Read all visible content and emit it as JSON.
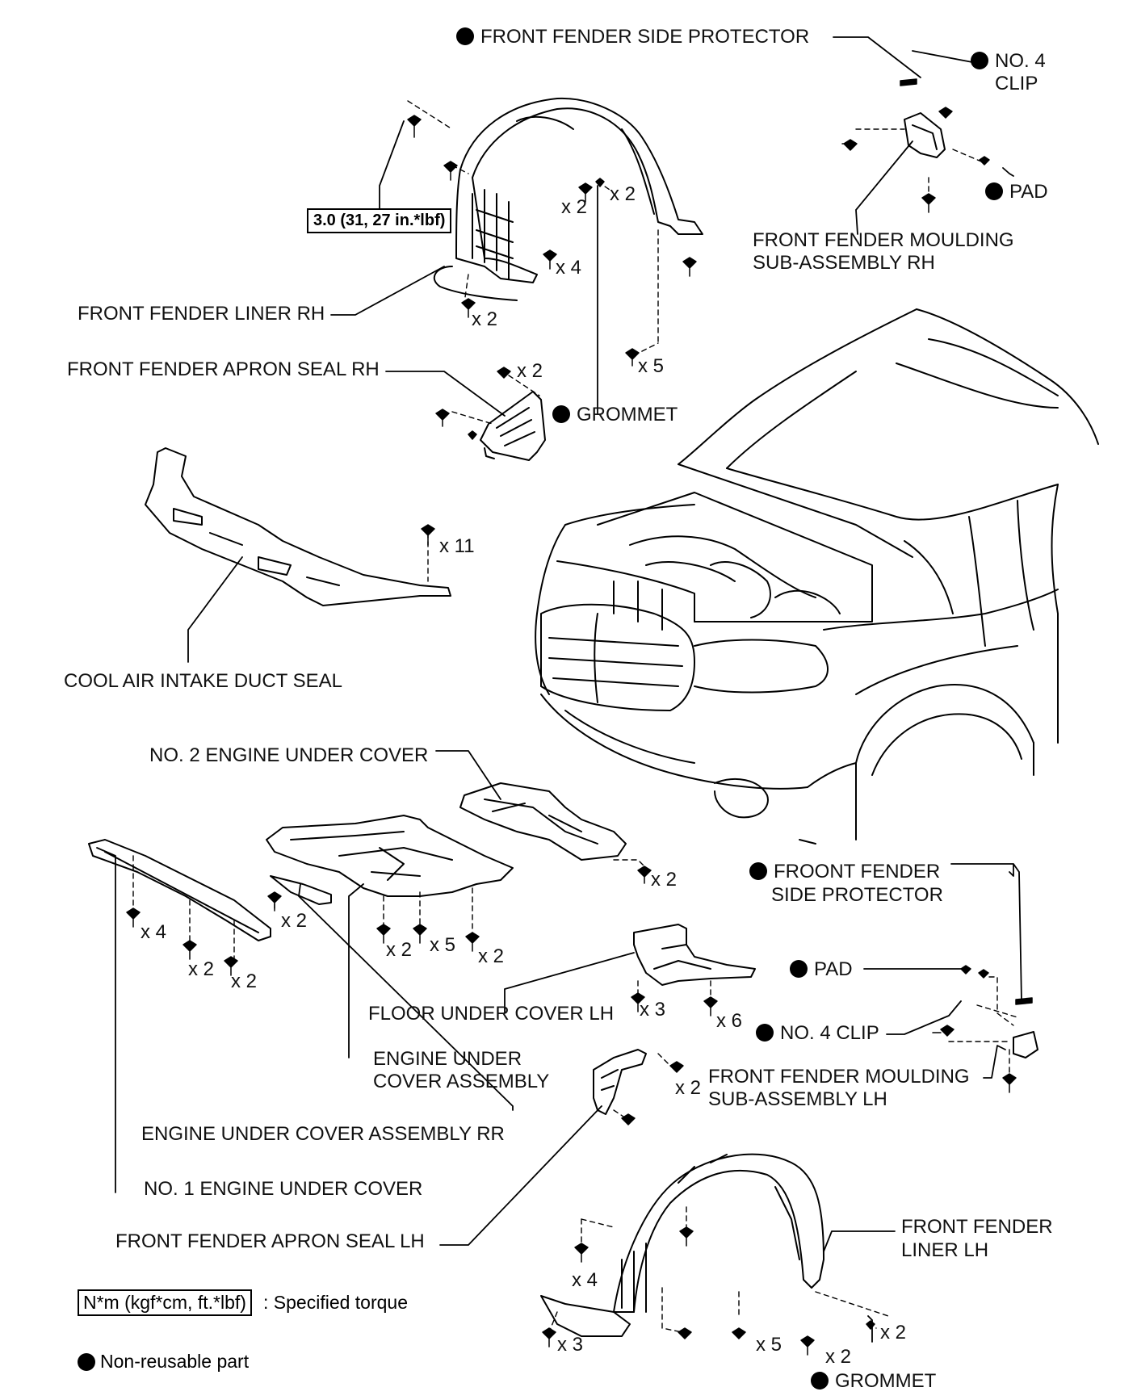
{
  "labels": {
    "ffsp_top": "FRONT FENDER SIDE PROTECTOR",
    "no4_clip_top_1": "NO. 4",
    "no4_clip_top_2": "CLIP",
    "pad_top": "PAD",
    "ffm_rh_1": "FRONT FENDER MOULDING",
    "ffm_rh_2": "SUB-ASSEMBLY RH",
    "liner_rh": "FRONT FENDER LINER RH",
    "apron_seal_rh": "FRONT FENDER APRON SEAL RH",
    "grommet_mid": "GROMMET",
    "cool_air": "COOL AIR INTAKE DUCT SEAL",
    "no2_euc": "NO. 2 ENGINE UNDER COVER",
    "ffsp_low_1": "FROONT FENDER",
    "ffsp_low_2": "SIDE PROTECTOR",
    "pad_low": "PAD",
    "no4_clip_low": "NO. 4 CLIP",
    "floor_uc_lh": "FLOOR UNDER COVER LH",
    "euc_assy_1": "ENGINE UNDER",
    "euc_assy_2": "COVER ASSEMBLY",
    "ffm_lh_1": "FRONT FENDER MOULDING",
    "ffm_lh_2": "SUB-ASSEMBLY LH",
    "euc_rr": "ENGINE UNDER COVER ASSEMBLY RR",
    "no1_euc": "NO. 1 ENGINE UNDER COVER",
    "apron_seal_lh": "FRONT FENDER APRON SEAL LH",
    "liner_lh_1": "FRONT FENDER",
    "liner_lh_2": "LINER LH",
    "grommet_bottom": "GROMMET"
  },
  "torque": "3.0 (31, 27 in.*lbf)",
  "quantities": {
    "q1": "x 2",
    "q2": "x 2",
    "q3": "x 4",
    "q4": "x 2",
    "q5": "x 5",
    "q6": "x 2",
    "q7": "x 11",
    "q8": "x 2",
    "q9": "x 4",
    "q10": "x 2",
    "q11": "x 2",
    "q12": "x 2",
    "q13": "x 2",
    "q14": "x 5",
    "q15": "x 2",
    "q16": "x 3",
    "q17": "x 6",
    "q18": "x 2",
    "q19": "x 4",
    "q20": "x 3",
    "q21": "x 5",
    "q22": "x 2",
    "q23": "x 2"
  },
  "legend": {
    "torque_unit": "N*m (kgf*cm, ft.*lbf)",
    "torque_desc": ": Specified torque",
    "nonreusable": "Non-reusable part"
  },
  "colors": {
    "ink": "#000000",
    "paper": "#ffffff"
  }
}
